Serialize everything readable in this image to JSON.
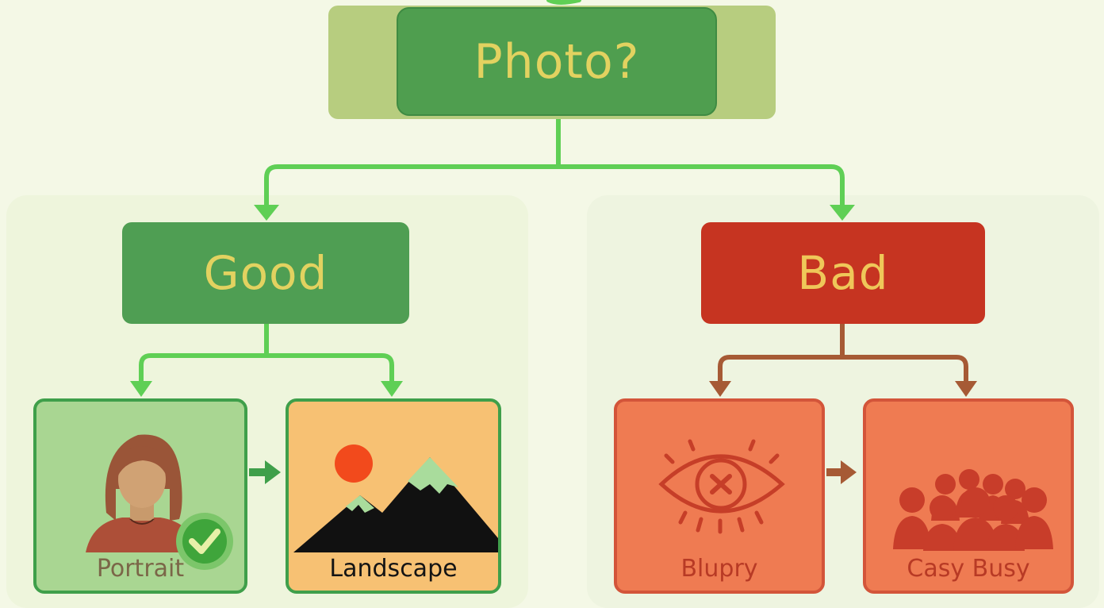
{
  "root": {
    "label": "Photo?"
  },
  "branches": [
    {
      "label": "Good",
      "color": "#4f9e53",
      "children": [
        {
          "label": "Portrait",
          "icon": "portrait-person-icon",
          "badge": "check-icon"
        },
        {
          "label": "Landscape",
          "icon": "mountain-sun-icon"
        }
      ]
    },
    {
      "label": "Bad",
      "color": "#c63421",
      "children": [
        {
          "label": "Blupry",
          "icon": "crossed-eye-icon"
        },
        {
          "label": "Casy Busy",
          "icon": "crowd-icon"
        }
      ]
    }
  ],
  "colors": {
    "background": "#f4f8e6",
    "good_connector": "#5fcf55",
    "bad_connector": "#a65a35",
    "label_text": "#e2d260"
  }
}
